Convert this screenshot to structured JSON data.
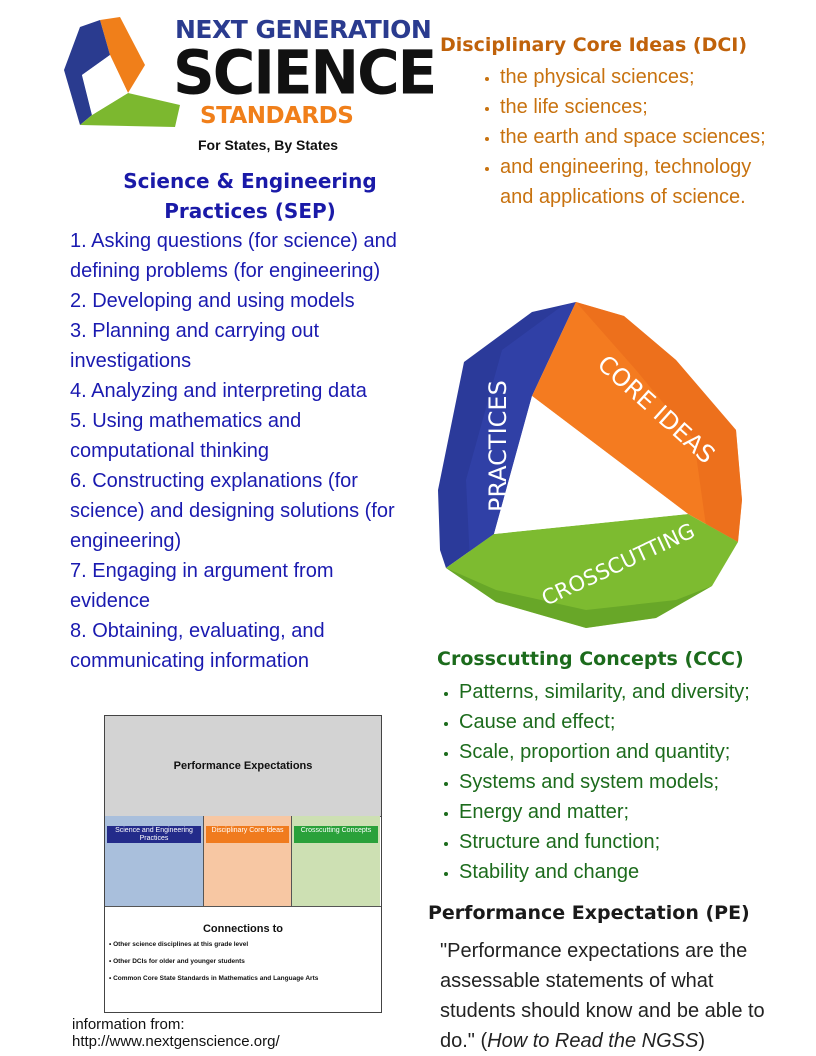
{
  "logo": {
    "line1": "NEXT GENERATION",
    "line2": "SCIENCE",
    "line3": "STANDARDS",
    "tagline": "For States, By States",
    "colors": {
      "blue": "#2a3b8f",
      "orange": "#f07f1a",
      "green": "#7cb82f"
    }
  },
  "sep": {
    "title_line1": "Science & Engineering",
    "title_line2": "Practices (SEP)",
    "items": [
      "1. Asking questions (for science) and defining problems (for engineering)",
      "2. Developing and using models",
      "3. Planning and carrying out investigations",
      "4. Analyzing and interpreting data",
      "5. Using mathematics and computational thinking",
      "6. Constructing explanations (for science) and designing solutions (for engineering)",
      "7. Engaging in argument from evidence",
      "8. Obtaining, evaluating, and communicating information"
    ]
  },
  "dci": {
    "title": "Disciplinary Core Ideas (DCI)",
    "items": [
      "the physical sciences;",
      "the life sciences;",
      "the earth and space sciences;",
      "and engineering, technology and applications of science."
    ]
  },
  "triangle": {
    "practices": "PRACTICES",
    "core_ideas": "CORE IDEAS",
    "crosscutting": "CROSSCUTTING",
    "colors": {
      "practices": "#2b3a9a",
      "core_ideas": "#f47b20",
      "crosscutting": "#7dbb30"
    }
  },
  "ccc": {
    "title": "Crosscutting Concepts (CCC)",
    "items": [
      "Patterns, similarity, and diversity;",
      "Cause and effect;",
      "Scale, proportion and quantity;",
      "Systems and system models;",
      "Energy and matter;",
      "Structure and function;",
      "Stability and change"
    ]
  },
  "pe": {
    "title": "Performance Expectation (PE)",
    "quote_main": "\"Performance expectations are the assessable statements of what students should know and be able to do.\" (",
    "quote_source": "How to Read the NGSS",
    "quote_end": ")"
  },
  "pe_diagram": {
    "top_label": "Performance Expectations",
    "col1": "Science and Engineering Practices",
    "col2": "Disciplinary Core Ideas",
    "col3": "Crosscutting Concepts",
    "connections_title": "Connections to",
    "connections": [
      "• Other science disciplines at this grade level",
      "• Other DCIs for older and younger students",
      "• Common Core State Standards in Mathematics and Language Arts"
    ]
  },
  "info": {
    "line1": "information from:",
    "line2": "http://www.nextgenscience.org/"
  }
}
